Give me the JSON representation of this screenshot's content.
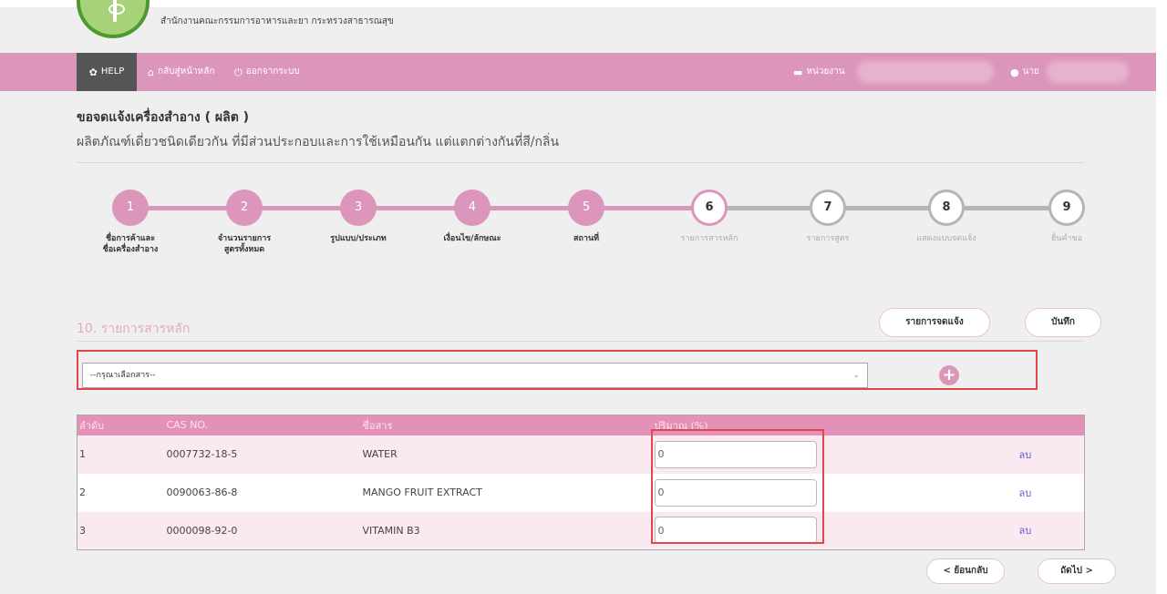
{
  "header": {
    "org_name": "สำนักงานคณะกรรมการอาหารและยา กระทรวงสาธารณสุข"
  },
  "navbar": {
    "help": {
      "label": "HELP",
      "icon": "gear-icon"
    },
    "home": {
      "label": "กลับสู่หน้าหลัก",
      "icon": "home-icon"
    },
    "logout": {
      "label": "ออกจากระบบ",
      "icon": "power-icon"
    },
    "unit": {
      "label": "หน่วยงาน",
      "icon": "briefcase-icon"
    },
    "user": {
      "label": "นาย",
      "icon": "user-icon"
    }
  },
  "page": {
    "title": "ขอจดแจ้งเครื่องสำอาง ( ผลิต )",
    "subtitle": "ผลิตภัณฑ์เดี่ยวชนิดเดียวกัน ที่มีส่วนประกอบและการใช้เหมือนกัน แต่แตกต่างกันที่สี/กลิ่น"
  },
  "stepper": {
    "steps": [
      {
        "number": "1",
        "label_line1": "ชื่อการค้าและ",
        "label_line2": "ชื่อเครื่องสำอาง",
        "state": "done"
      },
      {
        "number": "2",
        "label_line1": "จำนวนรายการ",
        "label_line2": "สูตรทั้งหมด",
        "state": "done"
      },
      {
        "number": "3",
        "label_line1": "รูปแบบ/ประเภท",
        "label_line2": "",
        "state": "done"
      },
      {
        "number": "4",
        "label_line1": "เงื่อนไข/ลักษณะ",
        "label_line2": "",
        "state": "done"
      },
      {
        "number": "5",
        "label_line1": "สถานที่",
        "label_line2": "",
        "state": "done"
      },
      {
        "number": "6",
        "label_line1": "รายการสารหลัก",
        "label_line2": "",
        "state": "current"
      },
      {
        "number": "7",
        "label_line1": "รายการสูตร",
        "label_line2": "",
        "state": "todo"
      },
      {
        "number": "8",
        "label_line1": "แสดงแบบจดแจ้ง",
        "label_line2": "",
        "state": "todo"
      },
      {
        "number": "9",
        "label_line1": "ยื่นคำขอ",
        "label_line2": "",
        "state": "todo"
      }
    ]
  },
  "section": {
    "title": "10. รายการสารหลัก",
    "notify_list_button": "รายการจดแจ้ง",
    "save_button": "บันทึก",
    "select_placeholder": "--กรุณาเลือกสาร--",
    "add_icon": "plus-circle-icon"
  },
  "table": {
    "headers": [
      "ลำดับ",
      "CAS NO.",
      "ชื่อสาร",
      "ปริมาณ (%)",
      ""
    ],
    "rows": [
      {
        "no": "1",
        "cas": "0007732-18-5",
        "name": "WATER",
        "qty": "0",
        "action": "ลบ"
      },
      {
        "no": "2",
        "cas": "0090063-86-8",
        "name": "MANGO FRUIT EXTRACT",
        "qty": "0",
        "action": "ลบ"
      },
      {
        "no": "3",
        "cas": "0000098-92-0",
        "name": "VITAMIN B3",
        "qty": "0",
        "action": "ลบ"
      }
    ]
  },
  "footer": {
    "back_button": "< ย้อนกลับ",
    "next_button": "ถัดไป >"
  },
  "colors": {
    "accent_pink": "#dd96bb",
    "help_bg": "#555555",
    "highlight_red": "#e0474c",
    "link_blue": "#5b5bd6"
  }
}
